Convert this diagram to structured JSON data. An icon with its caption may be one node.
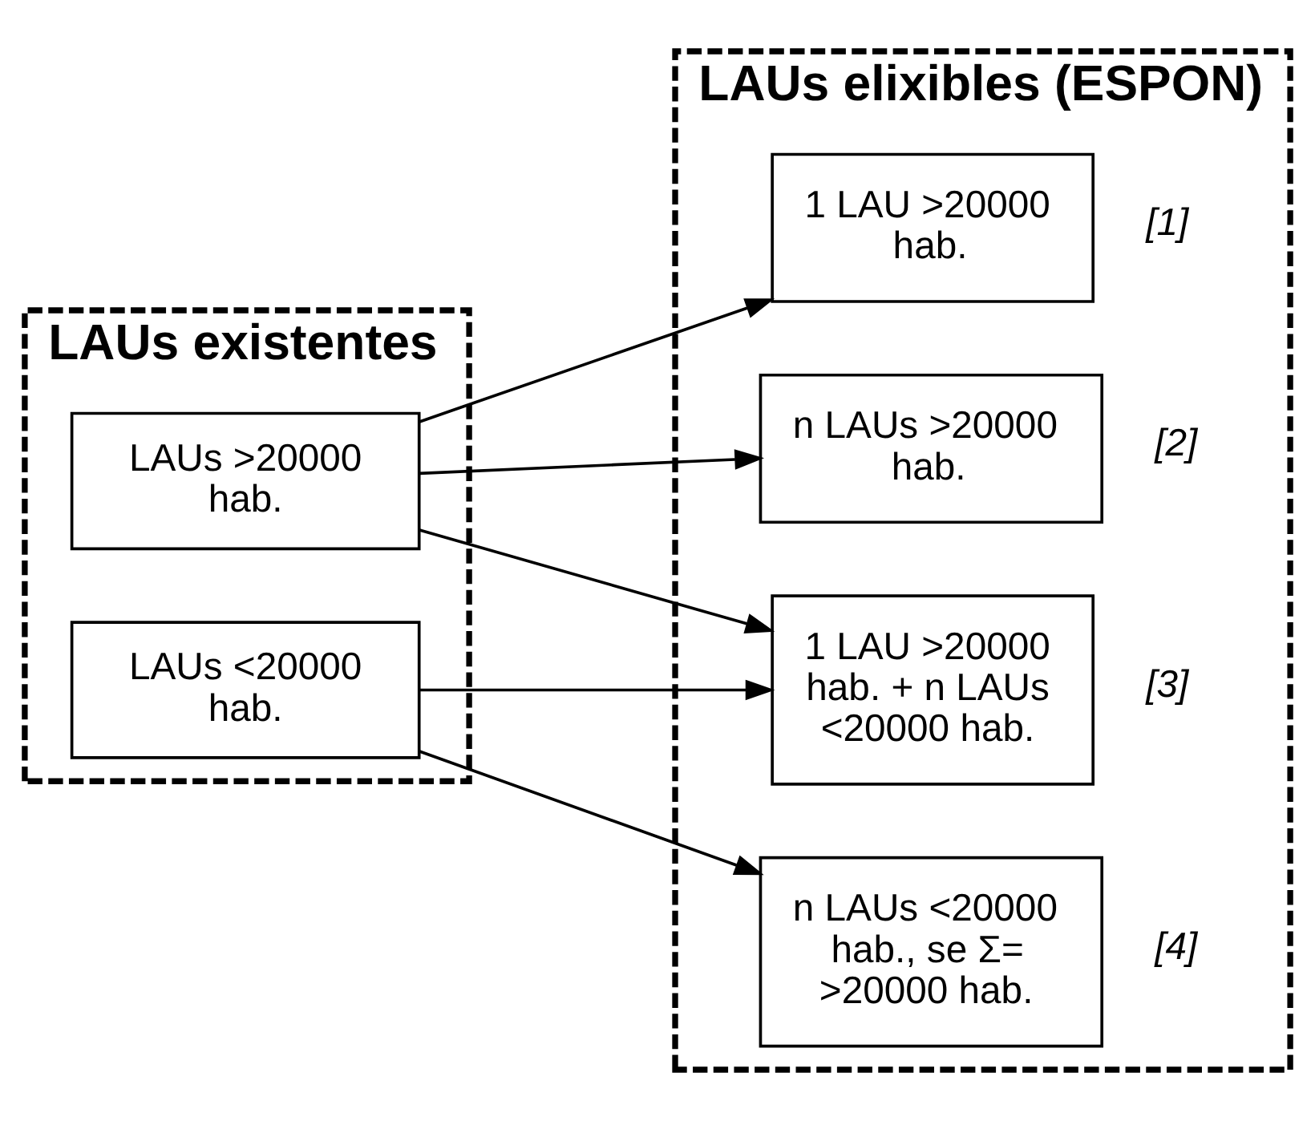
{
  "diagram": {
    "nodes": [
      {
        "text": [
          "LAUs existentes"
        ]
      },
      {
        "text": [
          "LAUs >20000 hab."
        ],
        "in": 0
      },
      {
        "text": [
          "LAUs <20000 hab."
        ],
        "in": 0
      },
      {
        "text": [
          "LAUs elixibles (ESPON)"
        ]
      },
      {
        "text": [
          "1 LAU >20000 hab."
        ],
        "in": 3,
        "beside": [
          "[1]"
        ]
      },
      {
        "text": [
          "n LAUs >20000 hab."
        ],
        "in": 3,
        "beside": [
          "[2]"
        ]
      },
      {
        "text": [
          "1 LAU >20000 hab. + n LAUs <20000 hab."
        ],
        "in": 3,
        "beside": [
          "[3]"
        ]
      },
      {
        "text": [
          "n LAUs <20000 hab., se Σ= >20000 hab."
        ],
        "in": 3,
        "beside": [
          "[4]"
        ]
      }
    ],
    "edges": [
      {
        "from": 1,
        "to": 4,
        "arrow": "to"
      },
      {
        "from": 1,
        "to": 5,
        "arrow": "to"
      },
      {
        "from": 1,
        "to": 6,
        "arrow": "to"
      },
      {
        "from": 2,
        "to": 6,
        "arrow": "to"
      },
      {
        "from": 2,
        "to": 7,
        "arrow": "to"
      }
    ]
  }
}
